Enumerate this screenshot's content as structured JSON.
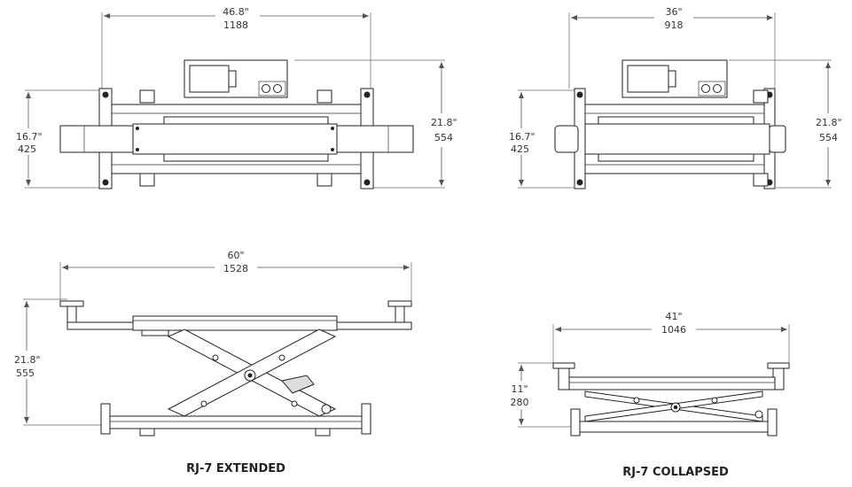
{
  "top_extended": {
    "width_in": "46.8\"",
    "width_mm": "1188",
    "depth_in": "16.7\"",
    "depth_mm": "425",
    "overall_in": "21.8\"",
    "overall_mm": "554"
  },
  "top_collapsed": {
    "width_in": "36\"",
    "width_mm": "918",
    "depth_in": "16.7\"",
    "depth_mm": "425",
    "overall_in": "21.8\"",
    "overall_mm": "554"
  },
  "side_extended": {
    "width_in": "60\"",
    "width_mm": "1528",
    "height_in": "21.8\"",
    "height_mm": "555",
    "caption": "RJ-7 EXTENDED"
  },
  "side_collapsed": {
    "width_in": "41\"",
    "width_mm": "1046",
    "height_in": "11\"",
    "height_mm": "280",
    "caption": "RJ-7 COLLAPSED"
  }
}
